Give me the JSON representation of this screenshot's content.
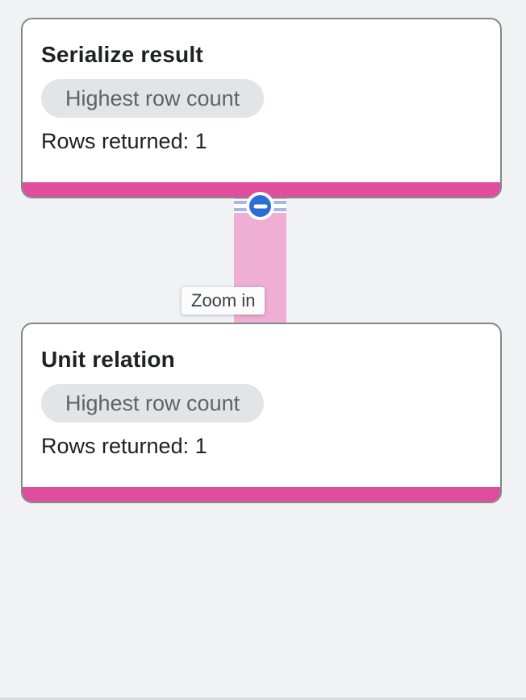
{
  "colors": {
    "page_background": "#f1f2f4",
    "card_border": "#83888d",
    "accent_pink": "#df4d9c",
    "connector_pink": "#efaed3",
    "stripe_lavender": "#aab7e6",
    "collapse_blue": "#2b6fd4",
    "badge_background": "#e3e4e6",
    "badge_text": "#5f6368",
    "title_text": "#202124"
  },
  "nodes": [
    {
      "title": "Serialize result",
      "badge": "Highest row count",
      "rows_label": "Rows returned: 1"
    },
    {
      "title": "Unit relation",
      "badge": "Highest row count",
      "rows_label": "Rows returned: 1"
    }
  ],
  "edge": {
    "collapse_icon": "minus-circle-icon",
    "tooltip": "Zoom in"
  }
}
